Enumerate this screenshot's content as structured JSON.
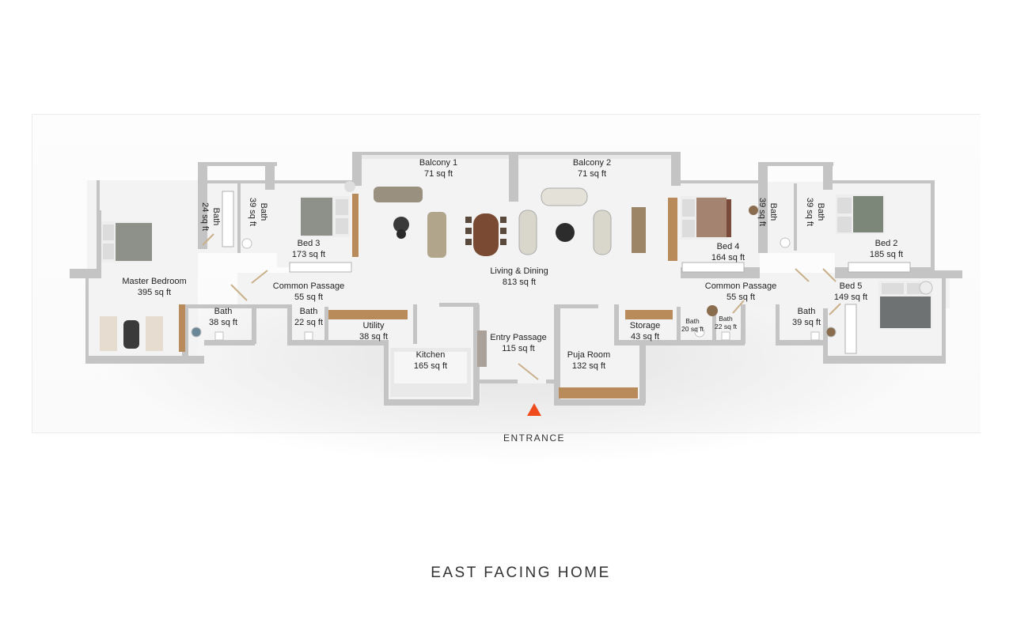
{
  "caption": "EAST FACING HOME",
  "entrance": {
    "label": "ENTRANCE",
    "marker_color": "#f04b1c"
  },
  "rooms": {
    "master_bedroom": {
      "name": "Master Bedroom",
      "area": "395 sq ft"
    },
    "bath_24": {
      "name": "Bath",
      "area": "24 sq ft"
    },
    "bath_39_a": {
      "name": "Bath",
      "area": "39 sq ft"
    },
    "bed3": {
      "name": "Bed 3",
      "area": "173 sq ft"
    },
    "balcony1": {
      "name": "Balcony 1",
      "area": "71 sq ft"
    },
    "balcony2": {
      "name": "Balcony 2",
      "area": "71 sq ft"
    },
    "living_dining": {
      "name": "Living & Dining",
      "area": "813 sq ft"
    },
    "bed4": {
      "name": "Bed 4",
      "area": "164 sq ft"
    },
    "bath_39_b": {
      "name": "Bath",
      "area": "39 sq ft"
    },
    "bath_39_c": {
      "name": "Bath",
      "area": "39 sq ft"
    },
    "bed2": {
      "name": "Bed 2",
      "area": "185 sq ft"
    },
    "common_passage_left": {
      "name": "Common Passage",
      "area": "55 sq ft"
    },
    "common_passage_right": {
      "name": "Common Passage",
      "area": "55 sq ft"
    },
    "bed5": {
      "name": "Bed 5",
      "area": "149 sq ft"
    },
    "bath_38": {
      "name": "Bath",
      "area": "38 sq ft"
    },
    "bath_22_left": {
      "name": "Bath",
      "area": "22 sq ft"
    },
    "utility": {
      "name": "Utility",
      "area": "38 sq ft"
    },
    "kitchen": {
      "name": "Kitchen",
      "area": "165 sq ft"
    },
    "entry_passage": {
      "name": "Entry Passage",
      "area": "115 sq ft"
    },
    "puja_room": {
      "name": "Puja Room",
      "area": "132 sq ft"
    },
    "storage": {
      "name": "Storage",
      "area": "43 sq ft"
    },
    "bath_20": {
      "name": "Bath",
      "area": "20 sq ft"
    },
    "bath_22_right": {
      "name": "Bath",
      "area": "22 sq ft"
    },
    "bath_39_d": {
      "name": "Bath",
      "area": "39 sq ft"
    }
  },
  "colors": {
    "wall": "#bdbdbd",
    "floor": "#f2f2f2",
    "wood": "#b98a5a",
    "bed": "#8a8c86",
    "accent": "#f04b1c"
  }
}
